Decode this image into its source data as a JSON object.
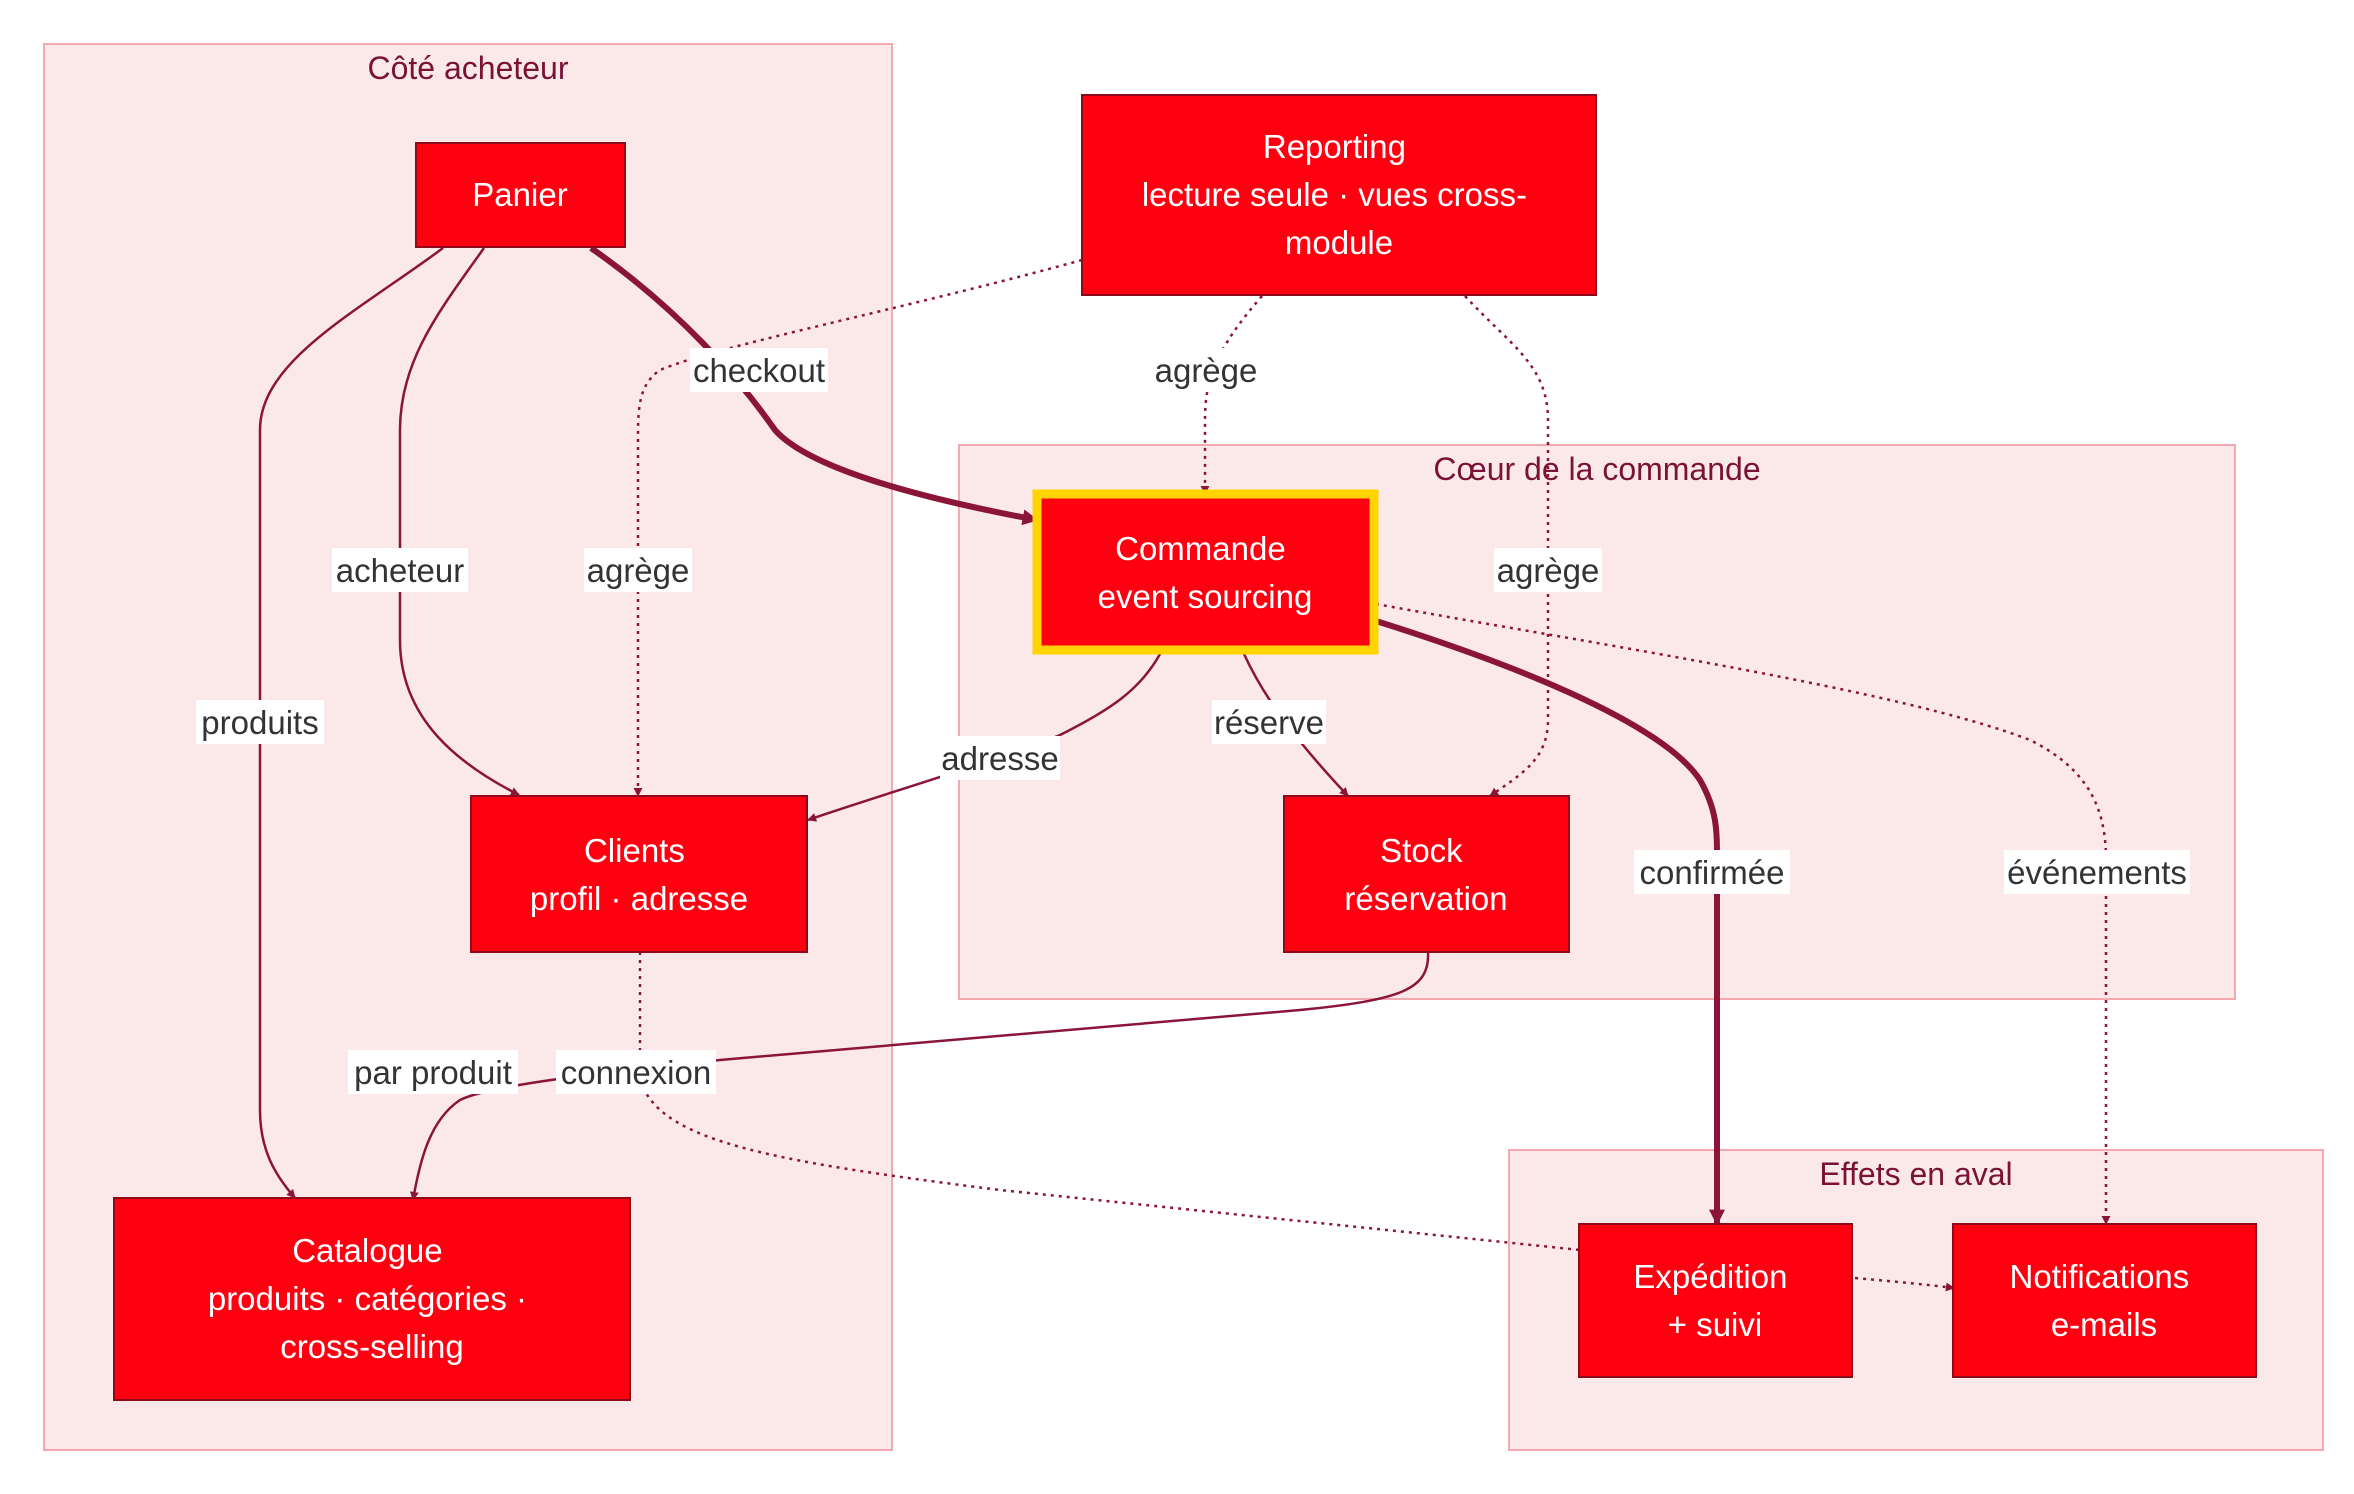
{
  "colors": {
    "node_fill": "#ff0010",
    "node_stroke": "#8c0a1a",
    "highlight_stroke": "#ffd400",
    "cluster_fill": "#fbe9ea",
    "cluster_stroke": "#f2a9b0",
    "edge": "#8b1538",
    "node_text": "#ffffff",
    "label_text": "#333333"
  },
  "clusters": {
    "acheteur": {
      "label": "Côté acheteur"
    },
    "coeur": {
      "label": "Cœur de la commande"
    },
    "effets": {
      "label": "Effets en aval"
    }
  },
  "nodes": {
    "panier": {
      "lines": [
        "Panier"
      ]
    },
    "reporting": {
      "lines": [
        "Reporting",
        "lecture seule · vues cross-",
        "module"
      ]
    },
    "commande": {
      "lines": [
        "Commande",
        "event sourcing"
      ]
    },
    "clients": {
      "lines": [
        "Clients",
        "profil · adresse"
      ]
    },
    "stock": {
      "lines": [
        "Stock",
        "réservation"
      ]
    },
    "catalogue": {
      "lines": [
        "Catalogue",
        "produits · catégories ·",
        "cross-selling"
      ]
    },
    "expedition": {
      "lines": [
        "Expédition",
        "+ suivi"
      ]
    },
    "notifications": {
      "lines": [
        "Notifications",
        "e-mails"
      ]
    }
  },
  "edges": {
    "checkout": {
      "from": "panier",
      "to": "commande",
      "label": "checkout",
      "style": "thick"
    },
    "acheteur": {
      "from": "panier",
      "to": "clients",
      "label": "acheteur",
      "style": "normal"
    },
    "produits": {
      "from": "panier",
      "to": "catalogue",
      "label": "produits",
      "style": "normal"
    },
    "agrege_clients": {
      "from": "reporting",
      "to": "clients",
      "label": "agrège",
      "style": "dotted"
    },
    "agrege_commande": {
      "from": "reporting",
      "to": "commande",
      "label": "agrège",
      "style": "dotted"
    },
    "agrege_stock": {
      "from": "reporting",
      "to": "stock",
      "label": "agrège",
      "style": "dotted"
    },
    "adresse": {
      "from": "commande",
      "to": "clients",
      "label": "adresse",
      "style": "normal"
    },
    "reserve": {
      "from": "commande",
      "to": "stock",
      "label": "réserve",
      "style": "normal"
    },
    "confirmee": {
      "from": "commande",
      "to": "expedition",
      "label": "confirmée",
      "style": "thick"
    },
    "evenements": {
      "from": "commande",
      "to": "notifications",
      "label": "événements",
      "style": "dotted"
    },
    "par_produit": {
      "from": "stock",
      "to": "catalogue",
      "label": "par produit",
      "style": "normal"
    },
    "connexion": {
      "from": "clients",
      "to": "expedition",
      "label": "connexion",
      "style": "dotted"
    },
    "exp_notif": {
      "from": "expedition",
      "to": "notifications",
      "label": "",
      "style": "dotted"
    }
  }
}
